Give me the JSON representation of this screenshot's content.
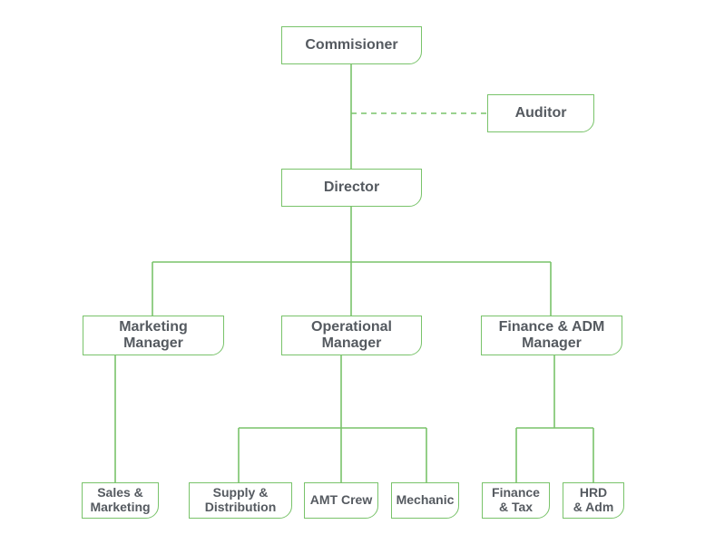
{
  "nodes": {
    "commissioner": "Commisioner",
    "auditor": "Auditor",
    "director": "Director",
    "marketing_manager": "Marketing\nManager",
    "operational_manager": "Operational\nManager",
    "finance_adm_manager": "Finance & ADM\nManager",
    "sales_marketing": "Sales &\nMarketing",
    "supply_distribution": "Supply &\nDistribution",
    "amt_crew": "AMT Crew",
    "mechanic": "Mechanic",
    "finance_tax": "Finance\n& Tax",
    "hrd_adm": "HRD\n& Adm"
  },
  "colors": {
    "line": "#79c36a",
    "text": "#555a60"
  }
}
